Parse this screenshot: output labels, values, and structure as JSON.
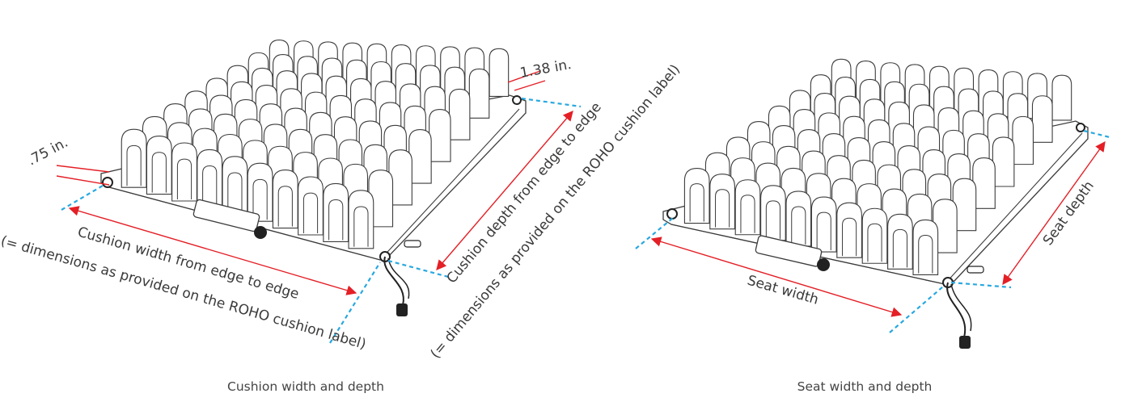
{
  "left_figure": {
    "caption": "Cushion width and depth",
    "label_edge_height": ".75 in.",
    "label_top_height": "1.38 in.",
    "label_width": "Cushion width from edge to edge",
    "label_width_note": "(= dimensions as provided on the ROHO cushion label)",
    "label_depth": "Cushion depth from edge to edge",
    "label_depth_note": "(= dimensions as provided on the ROHO cushion label)"
  },
  "right_figure": {
    "caption": "Seat width and depth",
    "label_width": "Seat width",
    "label_depth": "Seat depth"
  },
  "colors": {
    "dimension_arrow": "#e41f26",
    "reference_line": "#29a8e0",
    "outline": "#3c3c3c"
  }
}
